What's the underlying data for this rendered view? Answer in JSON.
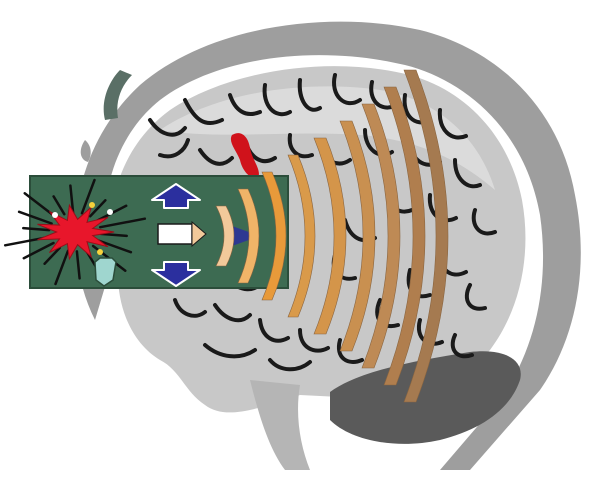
{
  "colors": {
    "background": "#ffffff",
    "skull": "#9e9e9e",
    "brain": "#c8c8c8",
    "brain_highlight": "#e6e6e6",
    "sulci": "#1a1a1a",
    "cerebellum": "#5a5a5a",
    "panel": "#3d6b52",
    "panel_border": "#2b4d3a",
    "blast": "#e8162b",
    "blast_spikes": "#111111",
    "arrow": "#2b2f9e",
    "lesion": "#d0121b",
    "wave_colors": [
      "#f2c99a",
      "#f0b468",
      "#e89a3a",
      "#d99a4a",
      "#d4954a",
      "#c99050",
      "#be8a55",
      "#b07e4e",
      "#a57a50"
    ]
  },
  "diagram": {
    "description_label": "",
    "icons": [
      "skull-outline",
      "brain",
      "blast-explosion",
      "shockwave-arcs",
      "arrow-up-icon",
      "arrow-down-icon",
      "arrow-right-icon",
      "shield-icon",
      "lesion"
    ]
  }
}
